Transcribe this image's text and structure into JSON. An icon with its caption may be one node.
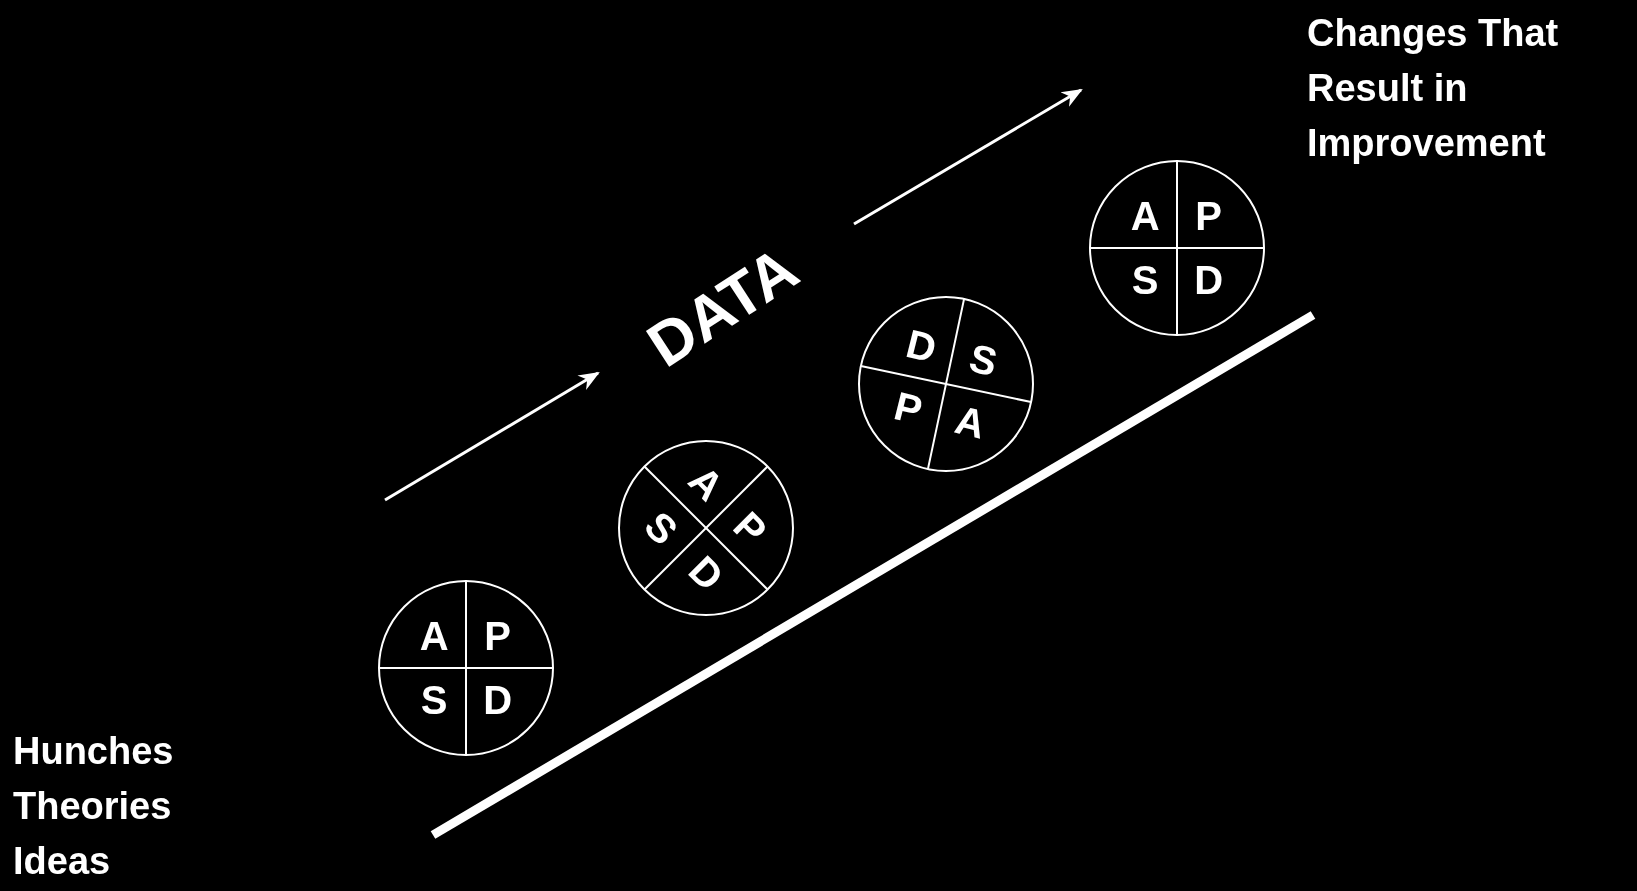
{
  "diagram": {
    "nodes": [
      {
        "text": [
          "A",
          "P",
          "S",
          "D"
        ]
      },
      {
        "text": [
          "A",
          "P",
          "S",
          "D"
        ]
      },
      {
        "text": [
          "D",
          "S",
          "P",
          "A"
        ]
      },
      {
        "text": [
          "A",
          "P",
          "S",
          "D"
        ]
      }
    ],
    "labels": [
      "Changes That Result in Improvement",
      "DATA",
      "Hunches",
      "Theories",
      "Ideas"
    ]
  }
}
